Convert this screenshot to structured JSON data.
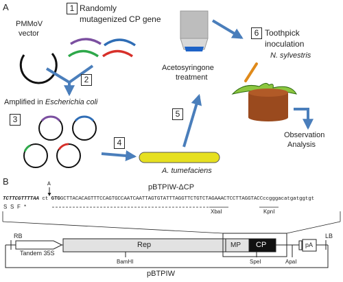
{
  "panel_a": {
    "label": "A",
    "vector_label_line1": "PMMoV",
    "vector_label_line2": "vector",
    "step_numbers": [
      "1",
      "2",
      "3",
      "4",
      "5",
      "6"
    ],
    "mutagenized_line1": "Randomly",
    "mutagenized_line2": "mutagenized CP gene",
    "amplified_prefix": "Amplified in ",
    "amplified_organism": "Escherichia coli",
    "agrobacterium": "A. tumefaciens",
    "aceto_line1": "Acetosyringone",
    "aceto_line2": "treatment",
    "inoculation_line1": "Toothpick",
    "inoculation_line2": "inoculation",
    "host": "N. sylvestris",
    "observation_line1": "Observation",
    "observation_line2": "Analysis"
  },
  "panel_b": {
    "label": "B",
    "construct_title": "pBTPIW-ΔCP",
    "mutation_base": "A",
    "seq_prefix": "TCTTCGTTTTAA",
    "seq_ct": "ct",
    "seq_start": "GTG",
    "seq_main": "GCTTACACAGTTTCCAGTGCCAATCAATTAGTGTATTTAGGTTCTG",
    "seq_xba": "TCTAGA",
    "seq_mid": "AACTCCTTA",
    "seq_kpn": "GGTACC",
    "seq_tail": "ccgggacatgatggtgt",
    "aa_letters": [
      "S",
      "S",
      "F",
      "*"
    ],
    "xbai": "XbaI",
    "kpni": "KpnI",
    "rb": "RB",
    "lb": "LB",
    "promoter": "Tandem 35S",
    "rep": "Rep",
    "mp": "MP",
    "cp": "CP",
    "pa": "pA",
    "bamhi": "BamHI",
    "spei": "SpeI",
    "apai": "ApaI",
    "plasmid": "pBTPIW"
  },
  "colors": {
    "arrow_blue": "#4a7ebb",
    "purple": "#7b4fa0",
    "blue": "#2f6db5",
    "green": "#2ea84a",
    "red": "#d7302a",
    "yellow": "#e6e020",
    "soil_brown": "#9a4a1e",
    "leaf_green": "#8cc63f",
    "cp_black": "#111111",
    "rep_gray": "#e2e2e2"
  }
}
